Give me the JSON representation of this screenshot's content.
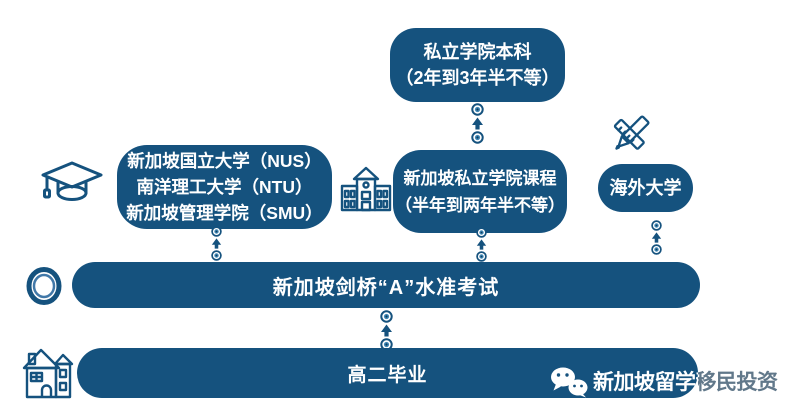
{
  "colors": {
    "primary_blue": "#15527e",
    "connector_inner": "#3f87b5",
    "connector_core": "#0d3a5c",
    "text_on_blue": "#ffffff",
    "watermark_offbar_gray": "#61788a",
    "background": "#ffffff"
  },
  "diagram": {
    "private_degree_box": {
      "lines": [
        "私立学院本科",
        "（2年到3年半不等）"
      ]
    },
    "public_universities_box": {
      "lines": [
        "新加坡国立大学（NUS）",
        "南洋理工大学（NTU）",
        "新加坡管理学院（SMU）"
      ]
    },
    "private_college_box": {
      "lines": [
        "新加坡私立学院课程",
        "（半年到两年半不等）"
      ]
    },
    "overseas_university_box": {
      "label": "海外大学"
    },
    "alevel_bar": {
      "label": "新加坡剑桥“A”水准考试"
    },
    "grade11_bar": {
      "label": "高二毕业"
    }
  },
  "icons": {
    "graduation_cap": "graduation-cap-icon",
    "school_building": "school-building-icon",
    "pencil_ruler": "pencil-ruler-icon",
    "ring": "ring-icon",
    "house": "house-icon",
    "wechat": "wechat-icon",
    "connectors": "arrow-up-connector"
  },
  "watermark": {
    "text": "新加坡留学移民投资"
  }
}
